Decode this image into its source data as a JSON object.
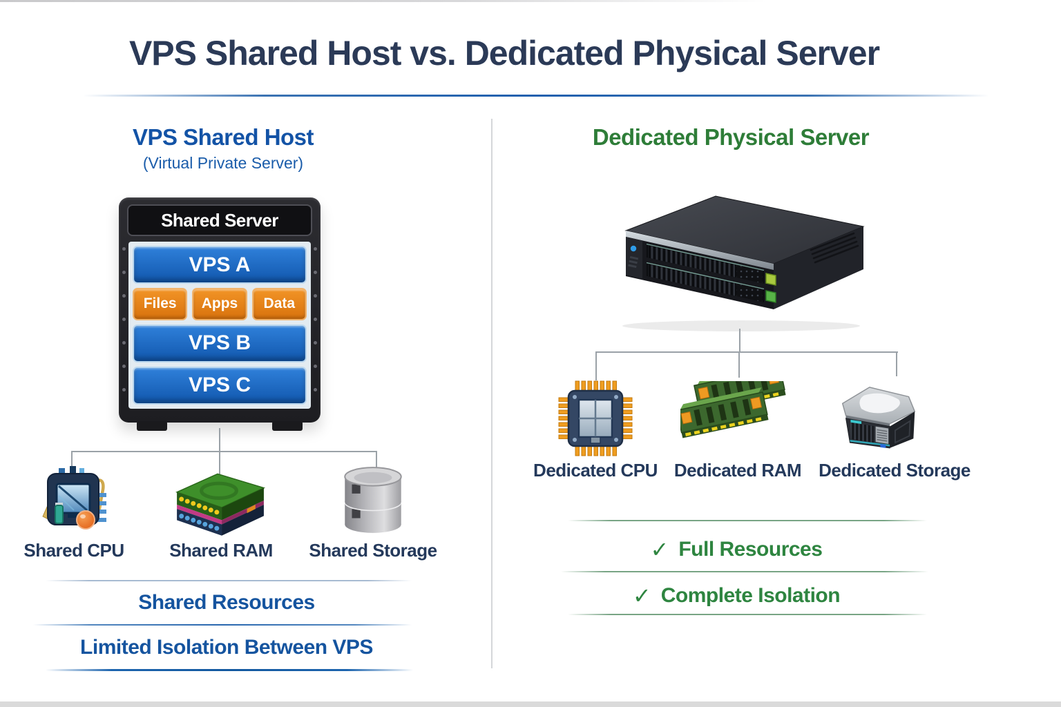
{
  "title": "VPS Shared Host vs. Dedicated Physical Server",
  "left": {
    "heading": "VPS Shared Host",
    "subheading": "(Virtual Private Server)",
    "rack": {
      "title": "Shared Server",
      "slots": [
        "VPS A",
        "VPS B",
        "VPS C"
      ],
      "tags": [
        "Files",
        "Apps",
        "Data"
      ]
    },
    "resources": [
      {
        "label": "Shared CPU",
        "icon": "shared-cpu-icon"
      },
      {
        "label": "Shared RAM",
        "icon": "shared-ram-icon"
      },
      {
        "label": "Shared Storage",
        "icon": "shared-storage-icon"
      }
    ],
    "statements": [
      "Shared Resources",
      "Limited Isolation Between VPS"
    ]
  },
  "right": {
    "heading": "Dedicated Physical Server",
    "server_icon": "dedicated-server-icon",
    "resources": [
      {
        "label": "Dedicated CPU",
        "icon": "dedicated-cpu-icon"
      },
      {
        "label": "Dedicated RAM",
        "icon": "dedicated-ram-icon"
      },
      {
        "label": "Dedicated Storage",
        "icon": "dedicated-storage-icon"
      }
    ],
    "statements": [
      {
        "check": "✓",
        "label": "Full Resources"
      },
      {
        "check": "✓",
        "label": "Complete Isolation"
      }
    ]
  },
  "colors": {
    "title_navy": "#2b3a57",
    "blue_heading": "#1353a6",
    "green_heading": "#2e7d38",
    "label_navy": "#24395b",
    "statement_blue": "#15549f",
    "statement_green": "#2e8540",
    "vps_blue": "#1b67c9",
    "tag_orange": "#e8831d",
    "connector_gray": "#9aa1a7"
  }
}
